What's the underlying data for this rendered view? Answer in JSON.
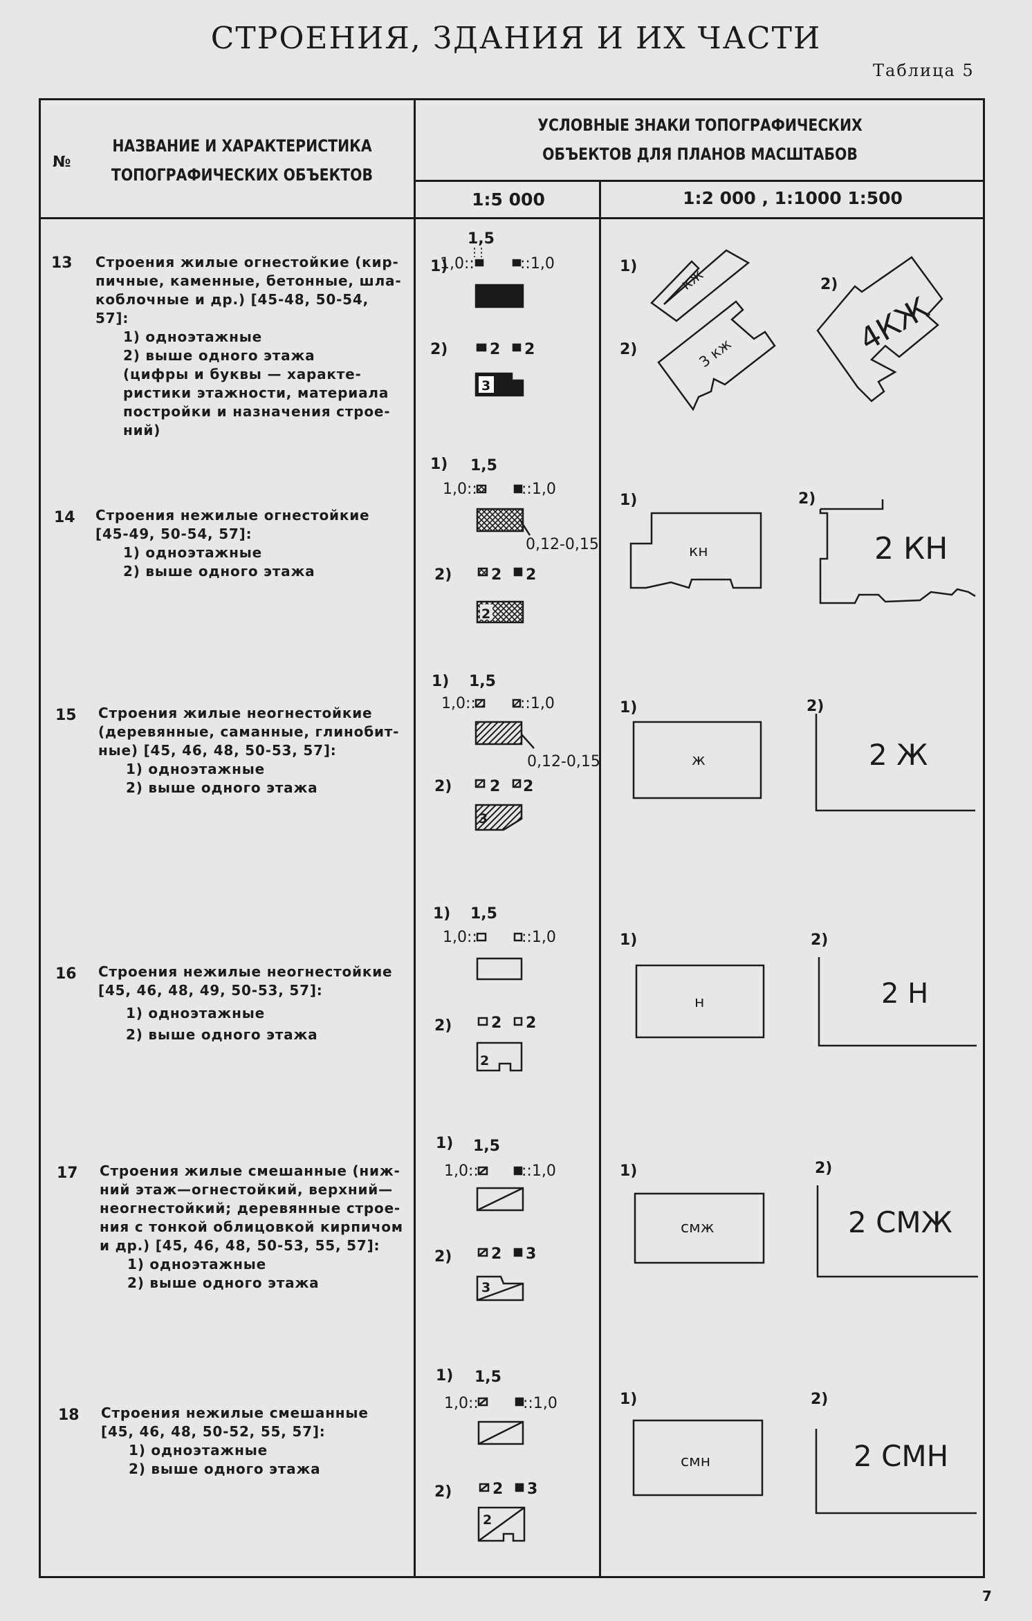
{
  "page": {
    "title": "СТРОЕНИЯ, ЗДАНИЯ И ИХ ЧАСТИ",
    "table_no": "Таблица 5",
    "page_number": "7"
  },
  "header": {
    "num": "№",
    "name_line1": "НАЗВАНИЕ И ХАРАКТЕРИСТИКА",
    "name_line2": "ТОПОГРАФИЧЕСКИХ ОБЪЕКТОВ",
    "signs_line1": "УСЛОВНЫЕ ЗНАКИ ТОПОГРАФИЧЕСКИХ",
    "signs_line2": "ОБЪЕКТОВ ДЛЯ ПЛАНОВ МАСШТАБОВ",
    "scale_a": "1:5 000",
    "scale_b": "1:2 000 , 1:1000  1:500"
  },
  "common": {
    "m1": "1)",
    "m2": "2)",
    "d15": "1,5",
    "d10l": "1,0::",
    "d10r": "::1,0",
    "t012": "0,12-0,15",
    "two": "2",
    "three": "3"
  },
  "rows": [
    {
      "num": "13",
      "lines": [
        "Строения жилые огнестойкие (кир-",
        "пичные, каменные, бетонные, шла-",
        "коблочные и др.) [45-48, 50-54, 57]:"
      ],
      "sub": [
        "1) одноэтажные",
        "2) выше одного этажа",
        "(цифры и буквы — характе-",
        "ристики этажности, материала",
        "постройки и назначения строе-",
        "ний)"
      ],
      "in_a": "3",
      "lab1": "кж",
      "lab2": "3 кж",
      "lab3": "4КЖ"
    },
    {
      "num": "14",
      "lines": [
        "Строения нежилые огнестойкие",
        "[45-49, 50-54, 57]:"
      ],
      "sub": [
        "1) одноэтажные",
        "2) выше одного этажа"
      ],
      "in_a": "2",
      "lab1": "кн",
      "lab3": "2 КН"
    },
    {
      "num": "15",
      "lines": [
        "Строения жилые неогнестойкие",
        "(деревянные, саманные, глинобит-",
        "ные) [45, 46, 48, 50-53, 57]:"
      ],
      "sub": [
        "1) одноэтажные",
        "2) выше одного этажа"
      ],
      "in_a": "3",
      "lab1": "ж",
      "lab3": "2 Ж"
    },
    {
      "num": "16",
      "lines": [
        "Строения нежилые неогнестойкие",
        "[45, 46, 48, 49, 50-53, 57]:"
      ],
      "sub": [
        "1) одноэтажные",
        "2) выше одного этажа"
      ],
      "in_a": "2",
      "lab1": "н",
      "lab3": "2 Н"
    },
    {
      "num": "17",
      "lines": [
        "Строения жилые смешанные (ниж-",
        "ний этаж—огнестойкий, верхний—",
        "неогнестойкий; деревянные строе-",
        "ния с тонкой облицовкой кирпичом",
        "и др.) [45, 46, 48, 50-53, 55, 57]:"
      ],
      "sub": [
        "1) одноэтажные",
        "2) выше одного этажа"
      ],
      "in_a": "3",
      "lab1": "смж",
      "lab3": "2 СМЖ"
    },
    {
      "num": "18",
      "lines": [
        "Строения нежилые смешанные",
        "[45, 46, 48, 50-52, 55, 57]:"
      ],
      "sub": [
        "1) одноэтажные",
        "2) выше одного этажа"
      ],
      "in_a": "2",
      "lab1": "смн",
      "lab3": "2 СМН"
    }
  ]
}
